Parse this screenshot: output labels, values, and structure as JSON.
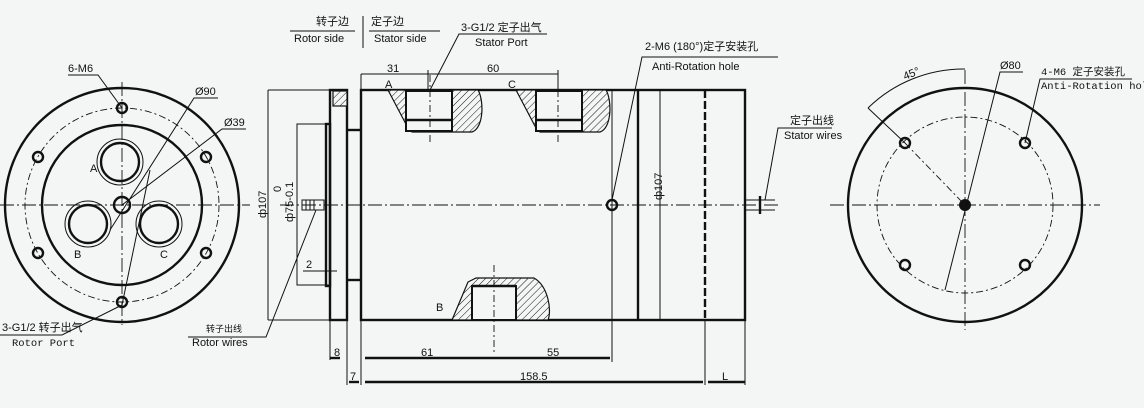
{
  "header": {
    "rotor_side_cn": "转子边",
    "rotor_side_en": "Rotor side",
    "stator_side_cn": "定子边",
    "stator_side_en": "Stator side"
  },
  "left_view": {
    "bolt_label": "6-M6",
    "dia_outer": "Ø90",
    "dia_inner": "Ø39",
    "port_a": "A",
    "port_b": "B",
    "port_c": "C",
    "rotor_port_cn": "3-G1/2 转子出气",
    "rotor_port_en": "Rotor Port"
  },
  "side_view": {
    "stator_port_cn": "3-G1/2 定子出气",
    "stator_port_en": "Stator Port",
    "anti_rot_cn": "2-M6 (180°)定子安装孔",
    "anti_rot_en": "Anti-Rotation hole",
    "dim_31": "31",
    "dim_60": "60",
    "label_a": "A",
    "label_c": "C",
    "label_b": "B",
    "dim_107_left": "ф107",
    "dim_75_top": "0",
    "dim_75": "ф75-0.1",
    "dim_2": "2",
    "dim_107_right": "ф107",
    "rotor_wires_cn": "转子出线",
    "rotor_wires_en": "Rotor wires",
    "stator_wires_cn": "定子出线",
    "stator_wires_en": "Stator wires",
    "dim_8": "8",
    "dim_61": "61",
    "dim_55": "55",
    "dim_7": "7",
    "dim_158": "158.5",
    "dim_L": "L"
  },
  "right_view": {
    "angle": "45°",
    "dia": "Ø80",
    "holes_cn": "4-M6 定子安装孔",
    "holes_en": "Anti-Rotation hole"
  }
}
